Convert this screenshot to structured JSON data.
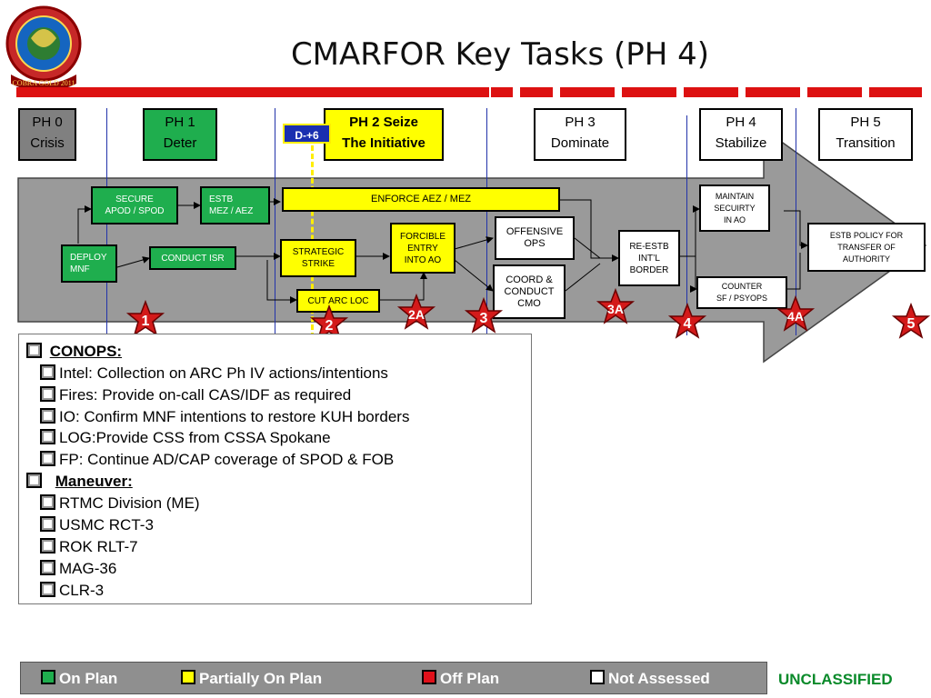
{
  "title": "CMARFOR Key Tasks (PH 4)",
  "logo_text": "COBRA GOLD 2011",
  "phases": [
    {
      "line1": "PH 0",
      "line2": "Crisis",
      "color": "#808080"
    },
    {
      "line1": "PH 1",
      "line2": "Deter",
      "color": "#1fae4e"
    },
    {
      "line1": "PH 2 Seize",
      "line2": "The Initiative",
      "color": "#ffff00"
    },
    {
      "line1": "PH 3",
      "line2": "Dominate",
      "color": "#ffffff"
    },
    {
      "line1": "PH 4",
      "line2": "Stabilize",
      "color": "#ffffff"
    },
    {
      "line1": "PH 5",
      "line2": "Transition",
      "color": "#ffffff"
    }
  ],
  "d_marker": "D-+6",
  "tasks": {
    "secure_apod": {
      "l1": "SECURE",
      "l2": "APOD / SPOD"
    },
    "estb_mez": {
      "l1": "ESTB",
      "l2": "MEZ / AEZ"
    },
    "enforce": "ENFORCE AEZ / MEZ",
    "deploy_mnf": {
      "l1": "DEPLOY",
      "l2": "MNF"
    },
    "conduct_isr": "CONDUCT ISR",
    "strategic_strike": {
      "l1": "STRATEGIC",
      "l2": "STRIKE"
    },
    "forcible_entry": {
      "l1": "FORCIBLE",
      "l2": "ENTRY",
      "l3": "INTO AO"
    },
    "offensive_ops": {
      "l1": "OFFENSIVE",
      "l2": "OPS"
    },
    "coord_cmo": {
      "l1": "COORD &",
      "l2": "CONDUCT",
      "l3": "CMO"
    },
    "cut_arc": "CUT ARC LOC",
    "re_estb": {
      "l1": "RE-ESTB",
      "l2": "INT’L",
      "l3": "BORDER"
    },
    "maintain": {
      "l1": "MAINTAIN",
      "l2": "SECUIRTY",
      "l3": "IN AO"
    },
    "counter": {
      "l1": "COUNTER",
      "l2": "SF / PSYOPS"
    },
    "estb_policy": {
      "l1": "ESTB POLICY FOR",
      "l2": "TRANSFER OF",
      "l3": "AUTHORITY"
    }
  },
  "stars": [
    "1",
    "2",
    "2A",
    "3",
    "3A",
    "4",
    "4A",
    "5"
  ],
  "conops": {
    "heading": "CONOPS:",
    "items": [
      "Intel: Collection on ARC Ph IV actions/intentions",
      "Fires: Provide on-call CAS/IDF as required",
      "IO: Confirm MNF intentions to restore KUH borders",
      "LOG:Provide CSS from CSSA Spokane",
      "FP: Continue AD/CAP coverage of SPOD & FOB"
    ],
    "maneuver_heading": "Maneuver:",
    "maneuver_items": [
      "RTMC Division (ME)",
      "USMC RCT-3",
      "ROK RLT-7",
      "MAG-36",
      "CLR-3"
    ]
  },
  "legend": [
    {
      "label": "On Plan",
      "color": "#1fae4e"
    },
    {
      "label": "Partially On Plan",
      "color": "#ffff00"
    },
    {
      "label": "Off Plan",
      "color": "#e0101a"
    },
    {
      "label": "Not Assessed",
      "color": "#ffffff"
    }
  ],
  "classification": "UNCLASSIFIED"
}
